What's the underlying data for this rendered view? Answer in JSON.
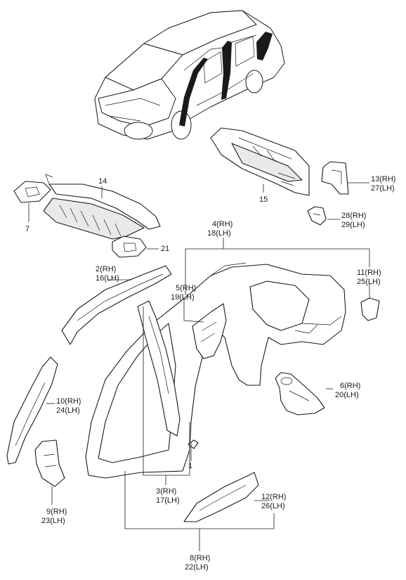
{
  "diagram": {
    "callouts": [
      {
        "id": "c14",
        "lines": [
          "14"
        ]
      },
      {
        "id": "c7",
        "lines": [
          "7"
        ]
      },
      {
        "id": "c21",
        "lines": [
          "21"
        ]
      },
      {
        "id": "c15",
        "lines": [
          "15"
        ]
      },
      {
        "id": "c13",
        "lines": [
          "13(RH)",
          "27(LH)"
        ]
      },
      {
        "id": "c28",
        "lines": [
          "28(RH)",
          "29(LH)"
        ]
      },
      {
        "id": "c4",
        "lines": [
          "4(RH)",
          "18(LH)"
        ]
      },
      {
        "id": "c2",
        "lines": [
          "2(RH)",
          "16(LH)"
        ]
      },
      {
        "id": "c5",
        "lines": [
          "5(RH)",
          "19(LH)"
        ]
      },
      {
        "id": "c11",
        "lines": [
          "11(RH)",
          "25(LH)"
        ]
      },
      {
        "id": "c6",
        "lines": [
          "6(RH)",
          "20(LH)"
        ]
      },
      {
        "id": "c10",
        "lines": [
          "10(RH)",
          "24(LH)"
        ]
      },
      {
        "id": "c1",
        "lines": [
          "1"
        ]
      },
      {
        "id": "c3",
        "lines": [
          "3(RH)",
          "17(LH)"
        ]
      },
      {
        "id": "c12",
        "lines": [
          "12(RH)",
          "26(LH)"
        ]
      },
      {
        "id": "c9",
        "lines": [
          "9(RH)",
          "23(LH)"
        ]
      },
      {
        "id": "c8",
        "lines": [
          "8(RH)",
          "22(LH)"
        ]
      }
    ]
  }
}
